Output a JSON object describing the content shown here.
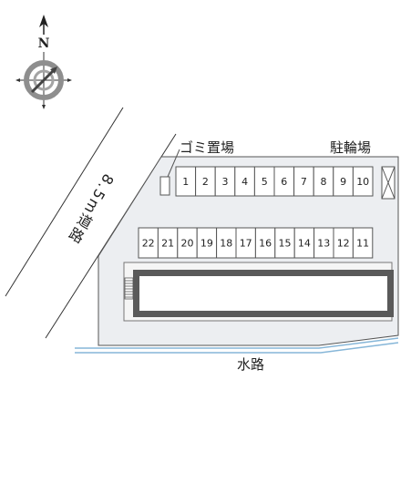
{
  "compass": {
    "north_label": "N"
  },
  "road": {
    "label": "8.5m道路"
  },
  "labels": {
    "garbage_area": "ゴミ置場",
    "bicycle_parking": "駐輪場",
    "waterway": "水路"
  },
  "parking": {
    "top_row": [
      "1",
      "2",
      "3",
      "4",
      "5",
      "6",
      "7",
      "8",
      "9",
      "10"
    ],
    "bottom_row": [
      "22",
      "21",
      "20",
      "19",
      "18",
      "17",
      "16",
      "15",
      "14",
      "13",
      "12",
      "11"
    ]
  },
  "colors": {
    "site_fill": "#eceef1",
    "outline": "#555555",
    "building_frame": "#5a5a5a",
    "waterway": "#86b6d8"
  },
  "icons": {
    "compass": "compass-rose-icon",
    "north": "north-arrow-icon",
    "bicycle_parking": "x-box-icon",
    "stairs": "stairs-hatch-icon"
  }
}
